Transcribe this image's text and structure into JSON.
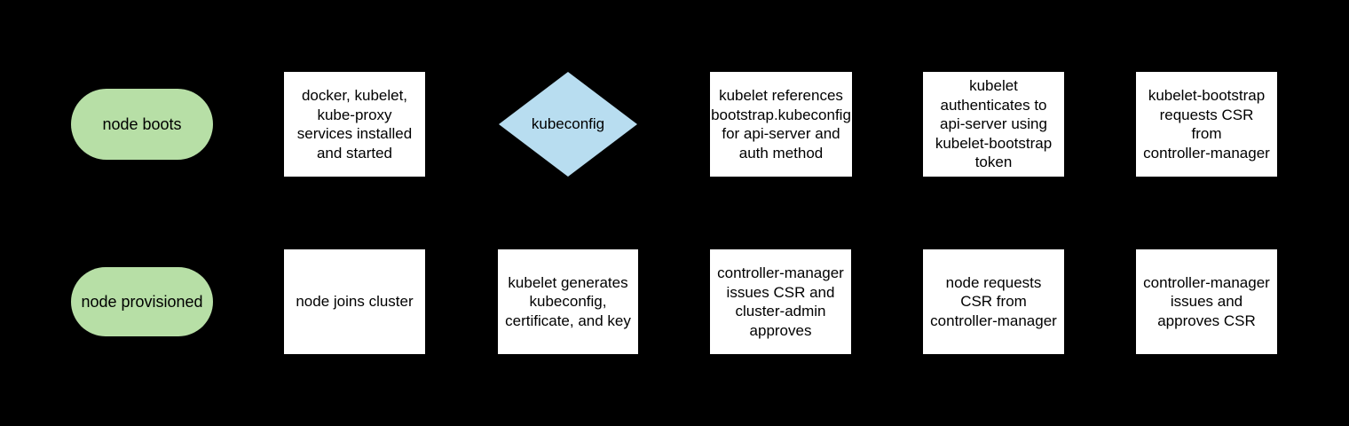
{
  "diagram": {
    "background_color": "#000000",
    "shape_colors": {
      "terminal_fill": "#b7dfa6",
      "decision_fill": "#b8ddf0",
      "process_fill": "#ffffff",
      "text": "#000000"
    },
    "nodes": {
      "node_boots": {
        "type": "terminal",
        "label": "node boots"
      },
      "services_installed": {
        "type": "process",
        "label": "docker, kubelet,\nkube-proxy\nservices installed\nand started"
      },
      "kubeconfig_decision": {
        "type": "decision",
        "label": "kubeconfig"
      },
      "kubelet_references": {
        "type": "process",
        "label": "kubelet references\nbootstrap.kubeconfig\nfor api-server and\nauth method"
      },
      "kubelet_authenticates": {
        "type": "process",
        "label": "kubelet\nauthenticates to\napi-server using\nkubelet-bootstrap\ntoken"
      },
      "bootstrap_requests_csr": {
        "type": "process",
        "label": "kubelet-bootstrap\nrequests CSR\nfrom\ncontroller-manager"
      },
      "node_provisioned": {
        "type": "terminal",
        "label": "node provisioned"
      },
      "node_joins_cluster": {
        "type": "process",
        "label": "node joins cluster"
      },
      "kubelet_generates": {
        "type": "process",
        "label": "kubelet generates\nkubeconfig,\ncertificate, and key"
      },
      "cm_issues_admin_approves": {
        "type": "process",
        "label": "controller-manager\nissues CSR and\ncluster-admin\napproves"
      },
      "node_requests_csr": {
        "type": "process",
        "label": "node requests\nCSR from\ncontroller-manager"
      },
      "cm_issues_approves_csr": {
        "type": "process",
        "label": "controller-manager\nissues and\napproves CSR"
      }
    }
  }
}
